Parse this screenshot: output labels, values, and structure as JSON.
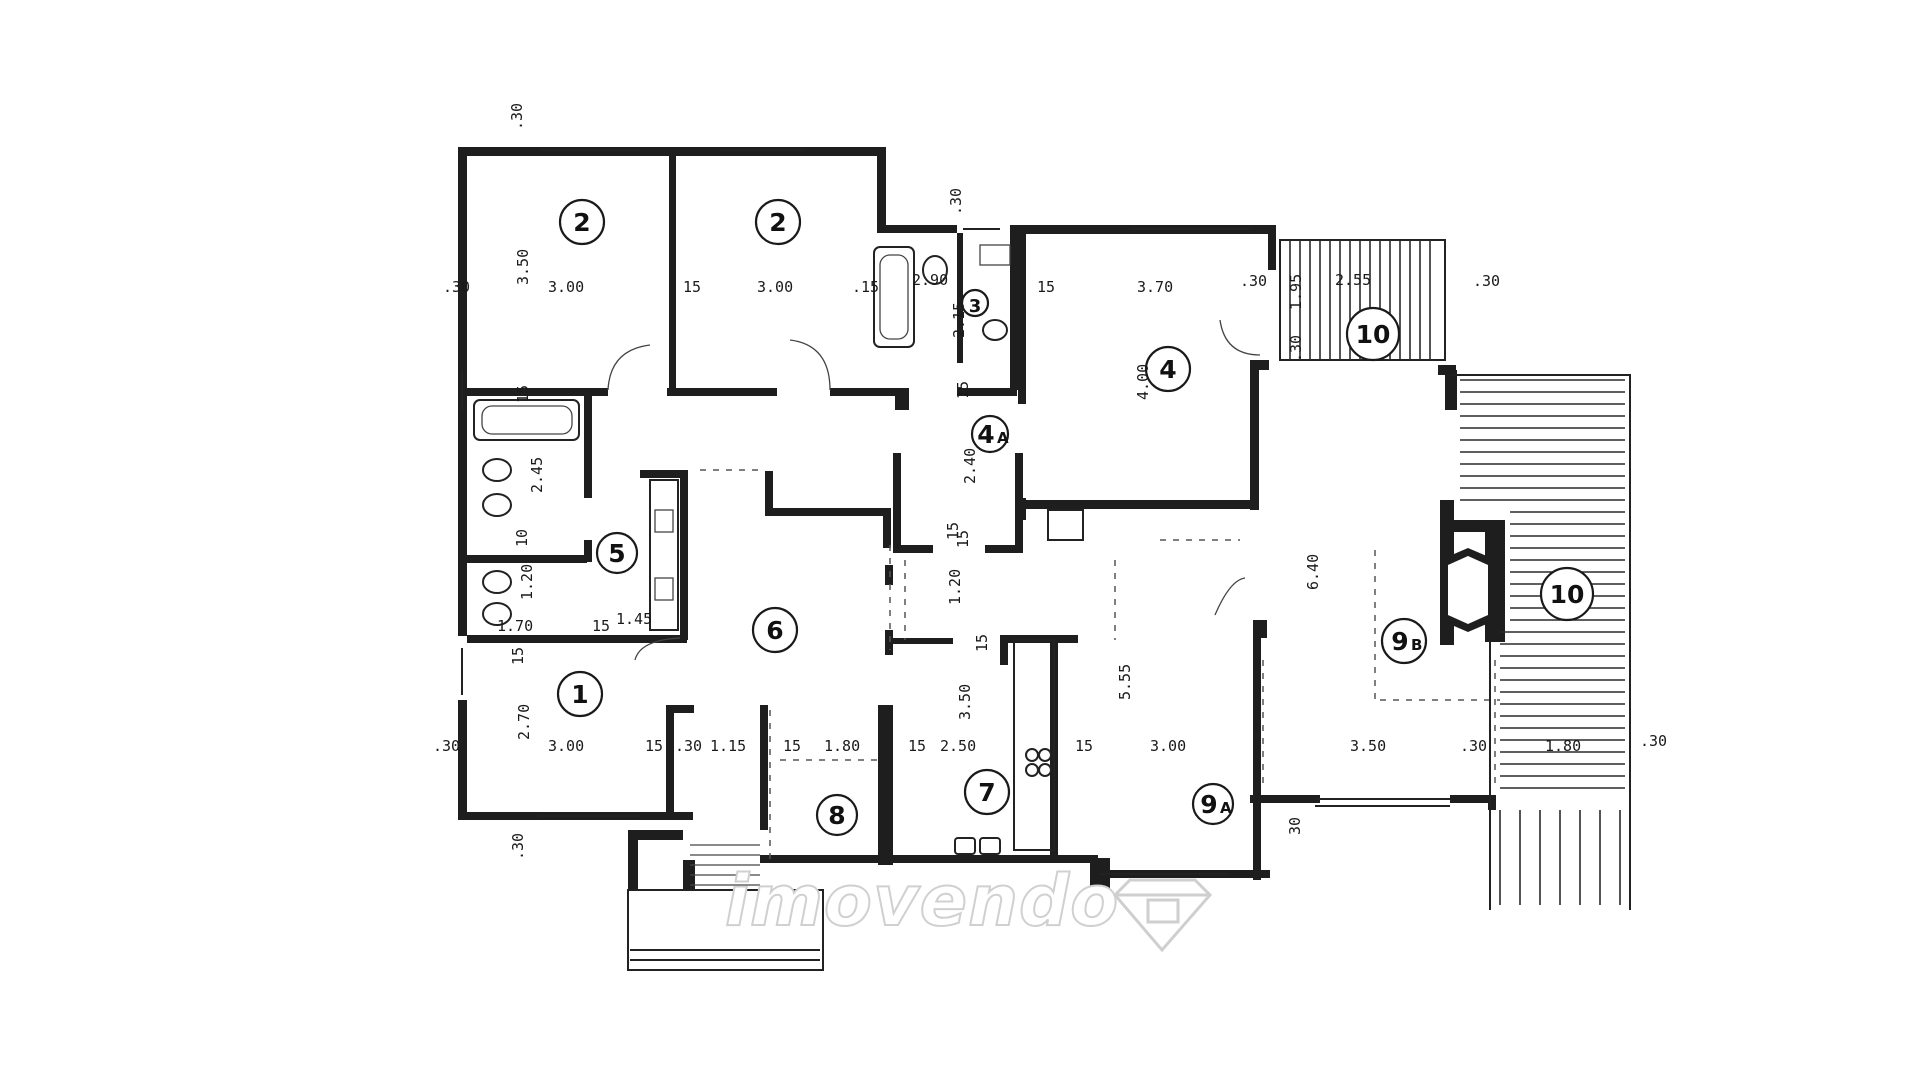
{
  "watermark": "imovendo",
  "rooms": [
    {
      "id": "r2a",
      "label": "2",
      "sub": ""
    },
    {
      "id": "r2b",
      "label": "2",
      "sub": ""
    },
    {
      "id": "r3",
      "label": "3",
      "sub": ""
    },
    {
      "id": "r4",
      "label": "4",
      "sub": ""
    },
    {
      "id": "r4a",
      "label": "4",
      "sub": "A"
    },
    {
      "id": "r5",
      "label": "5",
      "sub": ""
    },
    {
      "id": "r6",
      "label": "6",
      "sub": ""
    },
    {
      "id": "r1",
      "label": "1",
      "sub": ""
    },
    {
      "id": "r8",
      "label": "8",
      "sub": ""
    },
    {
      "id": "r7",
      "label": "7",
      "sub": ""
    },
    {
      "id": "r9a",
      "label": "9",
      "sub": "A"
    },
    {
      "id": "r9b",
      "label": "9",
      "sub": "B"
    },
    {
      "id": "r10a",
      "label": "10",
      "sub": ""
    },
    {
      "id": "r10b",
      "label": "10",
      "sub": ""
    }
  ],
  "dims_h": [
    ".30",
    "3.00",
    "15",
    "3.00",
    ".15",
    "2.90",
    "15",
    "3.70",
    ".30",
    "2.55",
    ".30",
    "1.70",
    "15",
    "1.45",
    ".30",
    "3.00",
    "15",
    ".30",
    "1.15",
    "15",
    "1.80",
    "15",
    "2.50",
    "15",
    "3.00",
    "3.50",
    ".30",
    "1.80",
    ".30"
  ],
  "dims_v": [
    ".30",
    "3.50",
    "15",
    ".30",
    "2.15",
    "15",
    "4.00",
    "1.95",
    ".30",
    "2.45",
    "10",
    "1.20",
    "2.40",
    "15",
    "15",
    "1.20",
    "15",
    "6.40",
    "15",
    "2.70",
    ".30",
    "5.55",
    "3.50",
    "30"
  ]
}
